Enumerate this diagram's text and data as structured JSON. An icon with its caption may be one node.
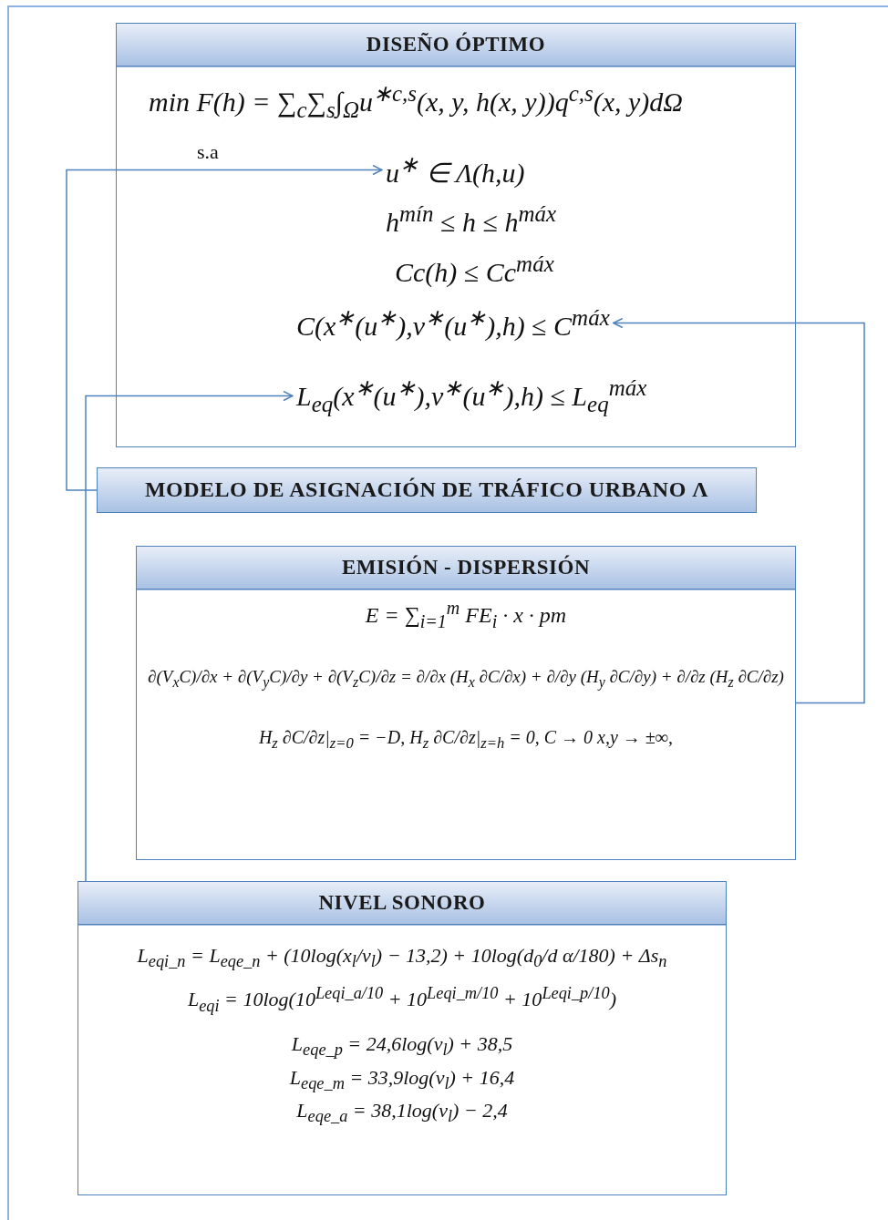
{
  "diagram": {
    "nodes": [
      {
        "text": [
          "DISEÑO ÓPTIMO",
          "min F(h) = ∑$_{c}$∑$_{s}$∫$_{Ω}$u$^{∗c,s}$(x, y, h(x, y))q$^{c,s}$(x, y)dΩ",
          "s.a",
          "h$^{mín}$ ≤ h ≤ h$^{máx}$",
          "Cc(h) ≤ Cc$^{máx}$"
        ]
      },
      {
        "text": [
          "u$^{∗}$ ∈ Λ(h,u)"
        ],
        "in": 0
      },
      {
        "text": [
          "C(x$^{∗}$(u$^{∗}$),v$^{∗}$(u$^{∗}$),h) ≤ C$^{máx}$"
        ],
        "in": 0
      },
      {
        "text": [
          "L$_{eq}$(x$^{∗}$(u$^{∗}$),v$^{∗}$(u$^{∗}$),h) ≤ L$_{eq}$$^{máx}$"
        ],
        "in": 0
      },
      {
        "text": [
          "MODELO DE ASIGNACIÓN DE TRÁFICO URBANO Λ"
        ]
      },
      {
        "text": [
          "EMISIÓN - DISPERSIÓN",
          "E = ∑$_{i=1}$$^{m}$ FE$_{i}$ · x · pm",
          "∂(V$_{x}$C)/∂x + ∂(V$_{y}$C)/∂y + ∂(V$_{z}$C)/∂z = ∂/∂x (H$_{x}$ ∂C/∂x) + ∂/∂y (H$_{y}$ ∂C/∂y) + ∂/∂z (H$_{z}$ ∂C/∂z)",
          "H$_{z}$ ∂C/∂z|$_{z=0}$ = −D,  H$_{z}$ ∂C/∂z|$_{z=h}$ = 0,  C → 0  x,y → ±∞,"
        ]
      },
      {
        "text": [
          "NIVEL SONORO",
          "L$_{eqi_n}$ = L$_{eqe_n}$ + (10log(x$_{l}$/v$_{l}$) − 13,2) + 10log(d$_{0}$/d α/180) + Δs$_{n}$",
          "L$_{eqi}$ = 10log(10$^{Leqi_a/10}$ + 10$^{Leqi_m/10}$ + 10$^{Leqi_p/10}$)",
          "L$_{eqe_p}$ = 24,6log(v$_{l}$) + 38,5",
          "L$_{eqe_m}$ = 33,9log(v$_{l}$) + 16,4",
          "L$_{eqe_a}$ = 38,1log(v$_{l}$) − 2,4"
        ]
      }
    ],
    "edges": [
      {
        "from": 4,
        "to": 1,
        "arrow": "to"
      },
      {
        "from": 5,
        "to": 2,
        "arrow": "to"
      },
      {
        "from": 6,
        "to": 3,
        "arrow": "to"
      }
    ]
  }
}
